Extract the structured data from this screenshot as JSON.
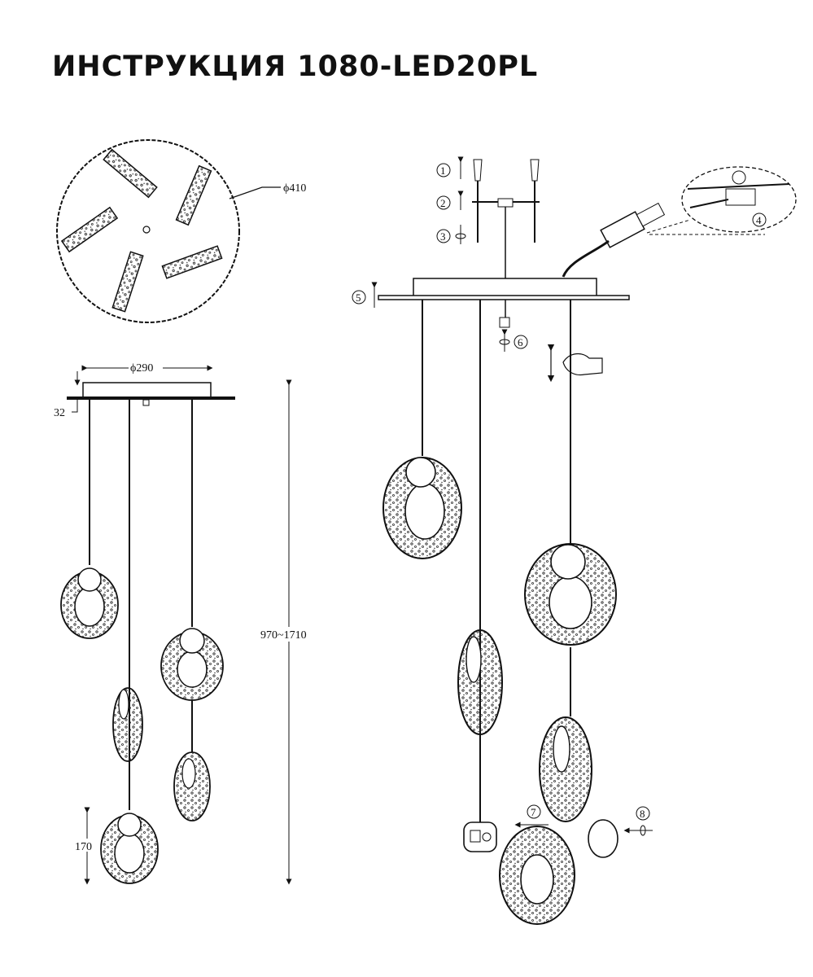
{
  "title": "ИНСТРУКЦИЯ 1080-LED20PL",
  "dimensions": {
    "canopy_diameter": "ϕ410",
    "plate_diameter": "ϕ290",
    "canopy_height": "32",
    "overall_height": "970~1710",
    "pendant_height": "170"
  },
  "steps": [
    "1",
    "2",
    "3",
    "4",
    "5",
    "6",
    "7",
    "8"
  ]
}
